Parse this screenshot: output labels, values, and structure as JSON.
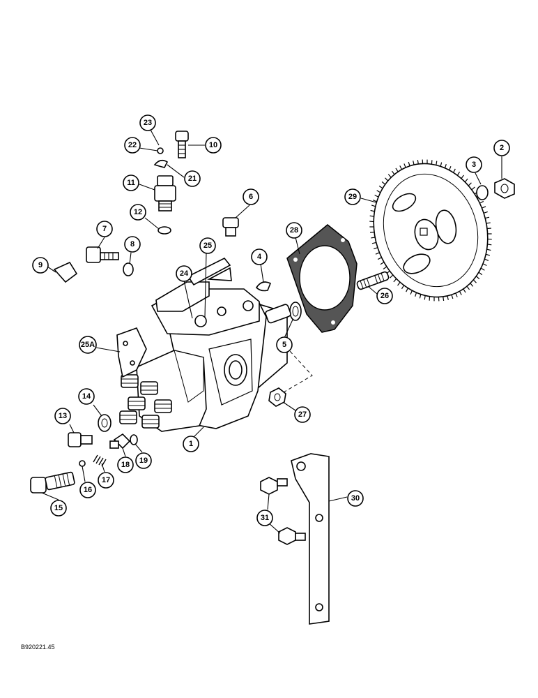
{
  "figure_code": "B920221.45",
  "callouts": [
    "1",
    "2",
    "3",
    "4",
    "5",
    "6",
    "7",
    "8",
    "9",
    "10",
    "11",
    "12",
    "13",
    "14",
    "15",
    "16",
    "17",
    "18",
    "19",
    "21",
    "22",
    "23",
    "24",
    "25",
    "25A",
    "26",
    "27",
    "28",
    "29",
    "30",
    "31"
  ]
}
